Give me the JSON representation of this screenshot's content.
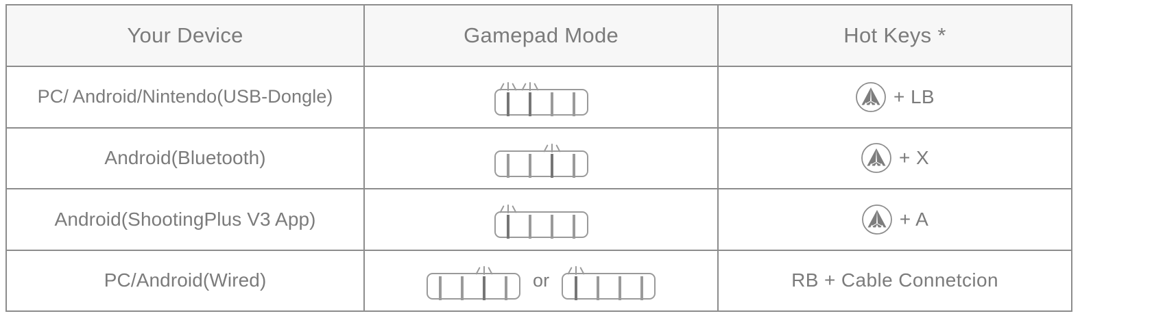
{
  "table": {
    "headers": [
      {
        "label": "Your Device"
      },
      {
        "label": "Gamepad Mode"
      },
      {
        "label": "Hot Keys *"
      }
    ],
    "rows": [
      {
        "device": "PC/ Android/Nintendo(USB-Dongle)",
        "mode": {
          "widgets": [
            {
              "leds": [
                {
                  "state": "on",
                  "blinking": true
                },
                {
                  "state": "on",
                  "blinking": true
                },
                {
                  "state": "off",
                  "blinking": false
                },
                {
                  "state": "off",
                  "blinking": false
                }
              ]
            }
          ],
          "separator": ""
        },
        "hotkey": {
          "icon": "gamesir-logo-icon",
          "text": "+ LB"
        }
      },
      {
        "device": "Android(Bluetooth)",
        "mode": {
          "widgets": [
            {
              "leds": [
                {
                  "state": "off",
                  "blinking": false
                },
                {
                  "state": "off",
                  "blinking": false
                },
                {
                  "state": "on",
                  "blinking": true
                },
                {
                  "state": "off",
                  "blinking": false
                }
              ]
            }
          ],
          "separator": ""
        },
        "hotkey": {
          "icon": "gamesir-logo-icon",
          "text": "+ X"
        }
      },
      {
        "device": "Android(ShootingPlus V3 App)",
        "mode": {
          "widgets": [
            {
              "leds": [
                {
                  "state": "on",
                  "blinking": true
                },
                {
                  "state": "off",
                  "blinking": false
                },
                {
                  "state": "off",
                  "blinking": false
                },
                {
                  "state": "off",
                  "blinking": false
                }
              ]
            }
          ],
          "separator": ""
        },
        "hotkey": {
          "icon": "gamesir-logo-icon",
          "text": "+ A"
        }
      },
      {
        "device": "PC/Android(Wired)",
        "mode": {
          "widgets": [
            {
              "leds": [
                {
                  "state": "off",
                  "blinking": false
                },
                {
                  "state": "off",
                  "blinking": false
                },
                {
                  "state": "on",
                  "blinking": true
                },
                {
                  "state": "off",
                  "blinking": false
                }
              ]
            },
            {
              "leds": [
                {
                  "state": "on",
                  "blinking": true
                },
                {
                  "state": "off",
                  "blinking": false
                },
                {
                  "state": "off",
                  "blinking": false
                },
                {
                  "state": "off",
                  "blinking": false
                }
              ]
            }
          ],
          "separator": "or"
        },
        "hotkey": {
          "icon": null,
          "text": "RB + Cable Connetcion"
        }
      }
    ]
  },
  "colors": {
    "border": "#8c8c8c",
    "header_bg": "#f7f7f7",
    "text": "#7b7b7b",
    "led_on": "#767676",
    "led_outline": "#9a9a9a",
    "page_bg": "#ffffff"
  }
}
